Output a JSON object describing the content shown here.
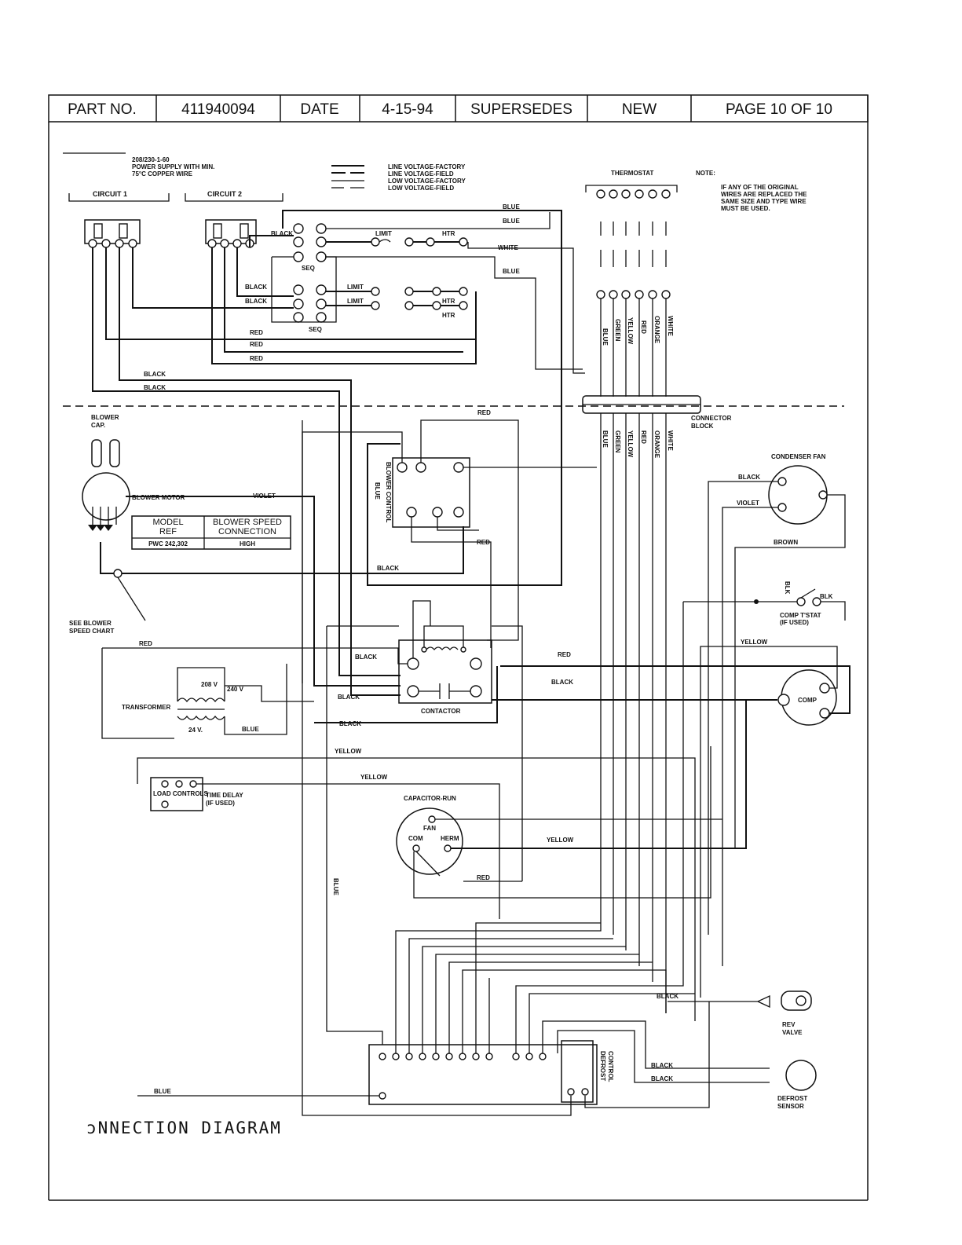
{
  "header": {
    "part_no_label": "PART NO.",
    "part_no": "411940094",
    "date_label": "DATE",
    "date": "4-15-94",
    "supersedes_label": "SUPERSEDES",
    "supersedes": "NEW",
    "page": "PAGE 10 OF 10"
  },
  "power_note": [
    "208/230-1-60",
    "POWER SUPPLY WITH MIN.",
    "75°C COPPER WIRE"
  ],
  "circuit1": "CIRCUIT 1",
  "circuit2": "CIRCUIT 2",
  "legend": [
    "LINE VOLTAGE-FACTORY",
    "LINE VOLTAGE-FIELD",
    "LOW VOLTAGE-FACTORY",
    "LOW VOLTAGE-FIELD"
  ],
  "thermostat": "THERMOSTAT",
  "note_label": "NOTE:",
  "note_text": [
    "IF ANY OF THE ORIGINAL",
    "WIRES ARE REPLACED THE",
    "SAME SIZE AND TYPE WIRE",
    "MUST BE USED."
  ],
  "tstat_wires": [
    "BLUE",
    "GREEN",
    "YELLOW",
    "RED",
    "ORANGE",
    "WHITE"
  ],
  "connector_block": [
    "CONNECTOR",
    "BLOCK"
  ],
  "heater": {
    "limit": "LIMIT",
    "htr": "HTR",
    "seq": "SEQ"
  },
  "wire_colors": {
    "blue": "BLUE",
    "white": "WHITE",
    "black": "BLACK",
    "red": "RED",
    "violet": "VIOLET",
    "yellow": "YELLOW",
    "brown": "BROWN",
    "blk": "BLK"
  },
  "blower_cap": [
    "BLOWER",
    "CAP."
  ],
  "blower_motor": "BLOWER MOTOR",
  "blower_control": "BLOWER CONTROL",
  "speed_table": {
    "head1": [
      "MODEL",
      "REF"
    ],
    "head2": [
      "BLOWER SPEED",
      "CONNECTION"
    ],
    "row": [
      "PWC 242,302",
      "HIGH"
    ]
  },
  "see_blower": [
    "SEE BLOWER",
    "SPEED CHART"
  ],
  "condenser_fan": "CONDENSER FAN",
  "comp_tstat": [
    "COMP T'STAT",
    "(IF USED)"
  ],
  "comp": "COMP",
  "transformer": "TRANSFORMER",
  "v208": "208 V",
  "v240": "240 V",
  "v24": "24 V.",
  "contactor": "CONTACTOR",
  "load_control": "LOAD CONTROLS",
  "time_delay": [
    "TIME DELAY",
    "(IF USED)"
  ],
  "capacitor": {
    "title": "CAPACITOR-RUN",
    "fan": "FAN",
    "com": "COM",
    "herm": "HERM"
  },
  "defrost_control": [
    "DEFROST",
    "CONTROL"
  ],
  "rev_valve": [
    "REV",
    "VALVE"
  ],
  "defrost_sensor": [
    "DEFROST",
    "SENSOR"
  ],
  "diagram_title": "ɔNNECTION DIAGRAM"
}
